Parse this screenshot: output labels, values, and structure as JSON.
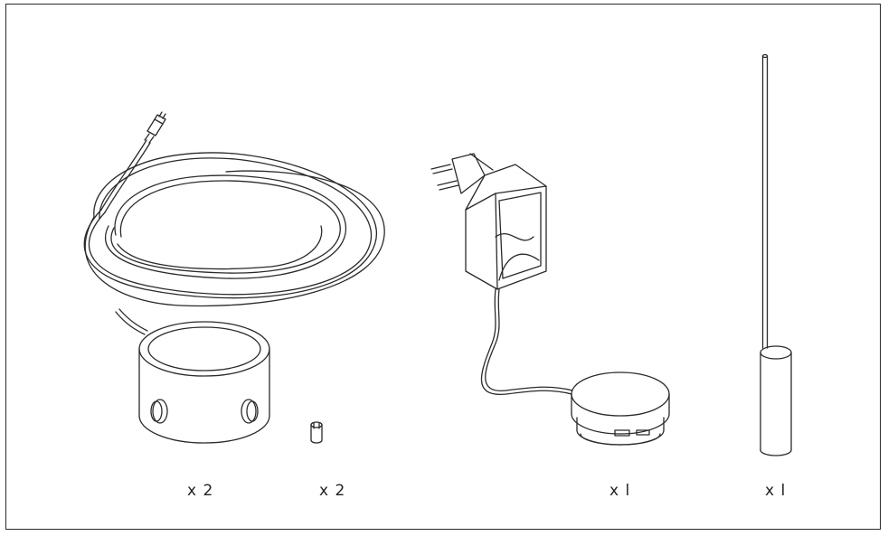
{
  "items": [
    {
      "id": "sensor-with-cable",
      "quantity": "x 2"
    },
    {
      "id": "small-clip",
      "quantity": "x 2"
    },
    {
      "id": "power-adapter-with-puck",
      "quantity": "x l"
    },
    {
      "id": "rod-with-weight",
      "quantity": "x l"
    }
  ],
  "colors": {
    "line": "#2a2a2a",
    "background": "#ffffff"
  }
}
